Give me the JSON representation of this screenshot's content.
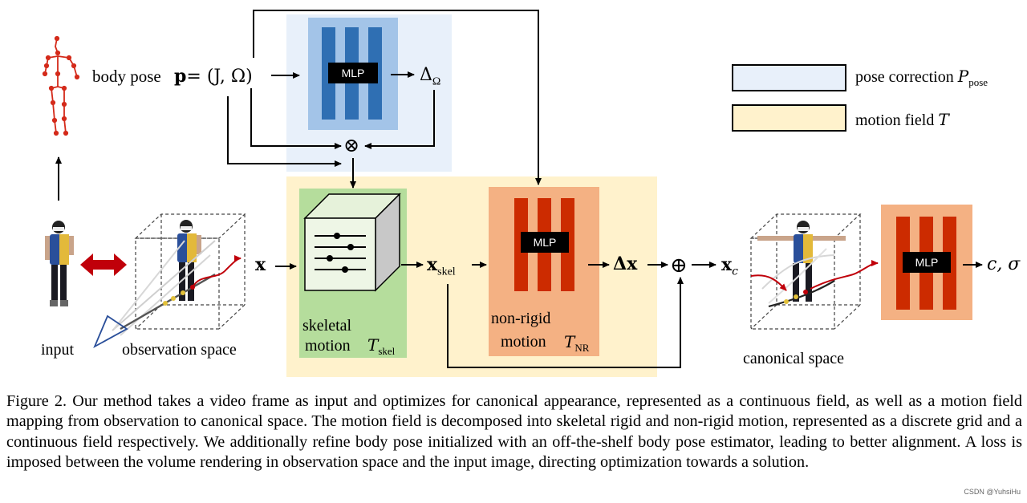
{
  "labels": {
    "body_pose": "body pose",
    "pose_eq_bold": "p",
    "pose_eq_rest": "= (J, Ω)",
    "delta_omega": "Δ",
    "delta_omega_sub": "Ω",
    "input": "input",
    "observation_space": "observation space",
    "x": "x",
    "skeletal": "skeletal",
    "motion": "motion",
    "t_skel": "T",
    "t_skel_sub": "skel",
    "x_skel": "x",
    "x_skel_sub": "skel",
    "non_rigid": "non-rigid",
    "nr_motion": "motion",
    "t_nr": "T",
    "t_nr_sub": "NR",
    "delta_x": "Δx",
    "x_c": "x",
    "x_c_sub": "c",
    "canonical_space": "canonical space",
    "output": "c, σ",
    "mlp_top": "MLP",
    "mlp_mid": "MLP",
    "mlp_right": "MLP",
    "otimes": "⊗",
    "oplus": "⊕"
  },
  "legend": [
    {
      "label": "pose correction",
      "symbol": "P",
      "sub": "pose",
      "color": "#e8f0fa"
    },
    {
      "label": "motion field",
      "symbol": "T",
      "sub": "",
      "color": "#fff2cc"
    }
  ],
  "caption": "Figure 2. Our method takes a video frame as input and optimizes for canonical appearance, represented as a continuous field, as well as a motion field mapping from observation to canonical space. The motion field is decomposed into skeletal rigid and non-rigid motion, represented as a discrete grid and a continuous field respectively. We additionally refine body pose initialized with an off-the-shelf body pose estimator, leading to better alignment. A loss is imposed between the volume rendering in observation space and the input image, directing optimization towards a solution.",
  "credit": "CSDN @YuhsiHu",
  "colors": {
    "pose_bg": "#e8f0fa",
    "motion_bg": "#fff2cc",
    "mlp_blue_bg": "#a3c4e8",
    "mlp_blue_bar": "#2f6fb3",
    "skel_bg": "#b5dd9c",
    "nr_bg": "#f4b183",
    "mlp_red_bar": "#cc2b00",
    "skeleton_red": "#d42a1a",
    "double_arrow": "#c0000a"
  }
}
